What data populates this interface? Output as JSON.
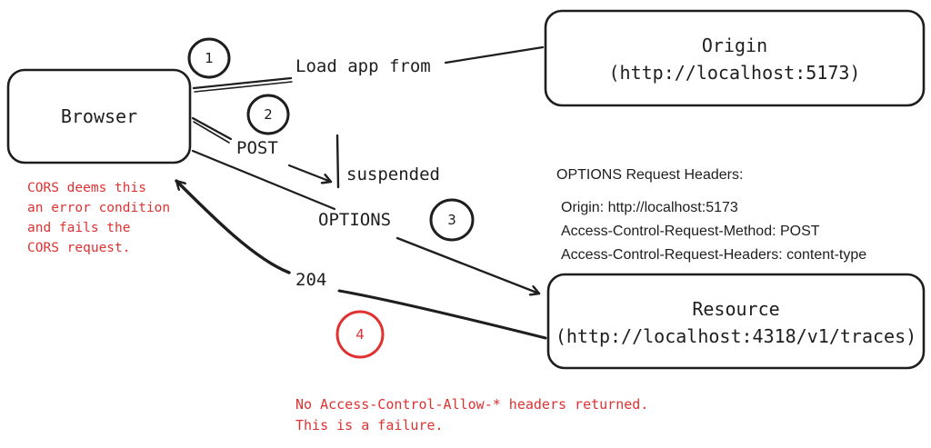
{
  "nodes": {
    "browser": {
      "label": "Browser"
    },
    "origin": {
      "label_line1": "Origin",
      "label_line2": "(http://localhost:5173)"
    },
    "resource": {
      "label_line1": "Resource",
      "label_line2": "(http://localhost:4318/v1/traces)"
    }
  },
  "steps": [
    {
      "number": "1"
    },
    {
      "number": "2"
    },
    {
      "number": "3"
    },
    {
      "number": "4",
      "color": "#e03131"
    }
  ],
  "edge_labels": {
    "load_app": "Load app from",
    "post": "POST",
    "suspended": "suspended",
    "options": "OPTIONS",
    "status_204": "204"
  },
  "cors_note": {
    "lines": [
      "CORS deems this",
      "an error condition",
      "and fails the",
      "CORS request."
    ],
    "color": "#e03131"
  },
  "options_headers": {
    "title": "OPTIONS Request Headers:",
    "lines": [
      "Origin: http://localhost:5173",
      "Access-Control-Request-Method: POST",
      "Access-Control-Request-Headers: content-type"
    ]
  },
  "failure_note": {
    "lines": [
      "No Access-Control-Allow-* headers returned.",
      "This is a failure."
    ],
    "color": "#e03131"
  },
  "colors": {
    "stroke": "#1e1e1e",
    "accent_red": "#e03131"
  }
}
